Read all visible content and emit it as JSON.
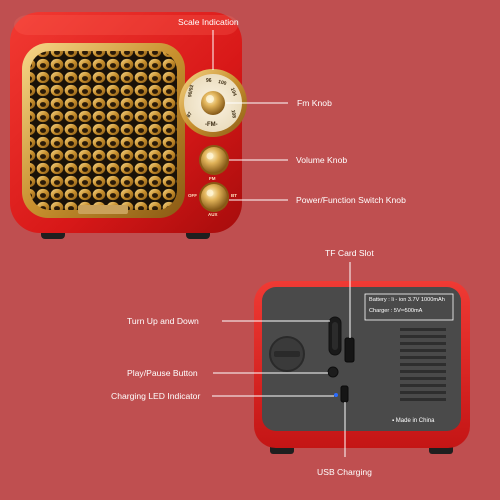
{
  "labels": {
    "scale_indication": "Scale Indication",
    "fm_knob": "Fm Knob",
    "volume_knob": "Volume Knob",
    "power_function_switch_knob": "Power/Function Switch Knob",
    "tf_card_slot": "TF Card Slot",
    "turn_up_down": "Turn Up and Down",
    "play_pause_button": "Play/Pause Button",
    "charging_led_indicator": "Charging LED Indicator",
    "usb_charging": "USB Charging"
  },
  "front": {
    "dial_numbers": [
      "87",
      "90/92",
      "96",
      "100",
      "104",
      "108"
    ],
    "dial_mode": "-FM-",
    "volume_knob_label": "FM",
    "switch_left": "OFF",
    "switch_right": "BT",
    "switch_bottom": "AUX"
  },
  "back": {
    "battery_line": "Battery : li - ion 3.7V  1000mAh",
    "charger_line": "Charger :  5V═500mA",
    "made_in": "▪ Made in China"
  },
  "colors": {
    "background": "#bf4f50",
    "speaker_red": "#e01f1f",
    "back_panel": "#4a4a4a",
    "gold": "#d8a544",
    "led_blue": "#2a6cff"
  }
}
